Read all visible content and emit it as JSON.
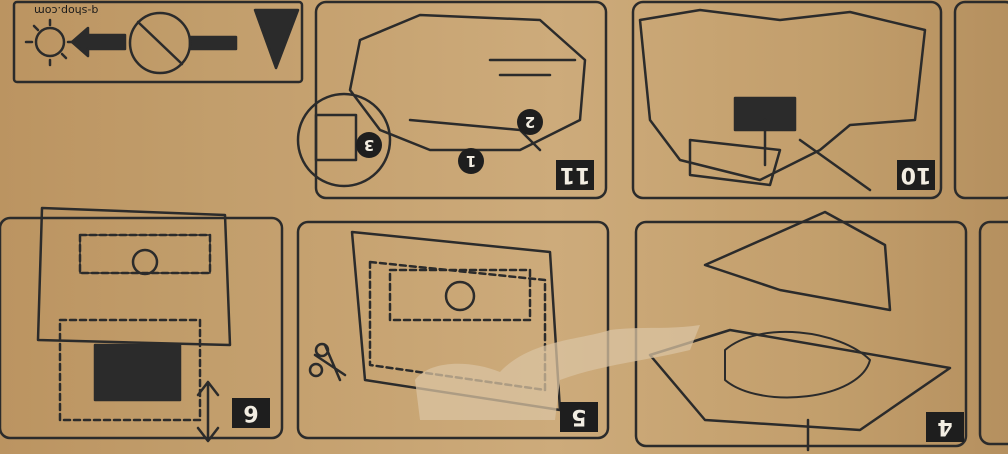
{
  "photo": {
    "subject": "Printed printer unpacking instructions on a cardboard box",
    "website_text": "q-shop.com",
    "step_numbers": [
      "11",
      "10",
      "6",
      "5",
      "4"
    ],
    "callout_numbers": [
      "1",
      "2",
      "3"
    ],
    "colors": {
      "cardboard": "#c29c67",
      "ink": "#1e1e1e"
    }
  }
}
